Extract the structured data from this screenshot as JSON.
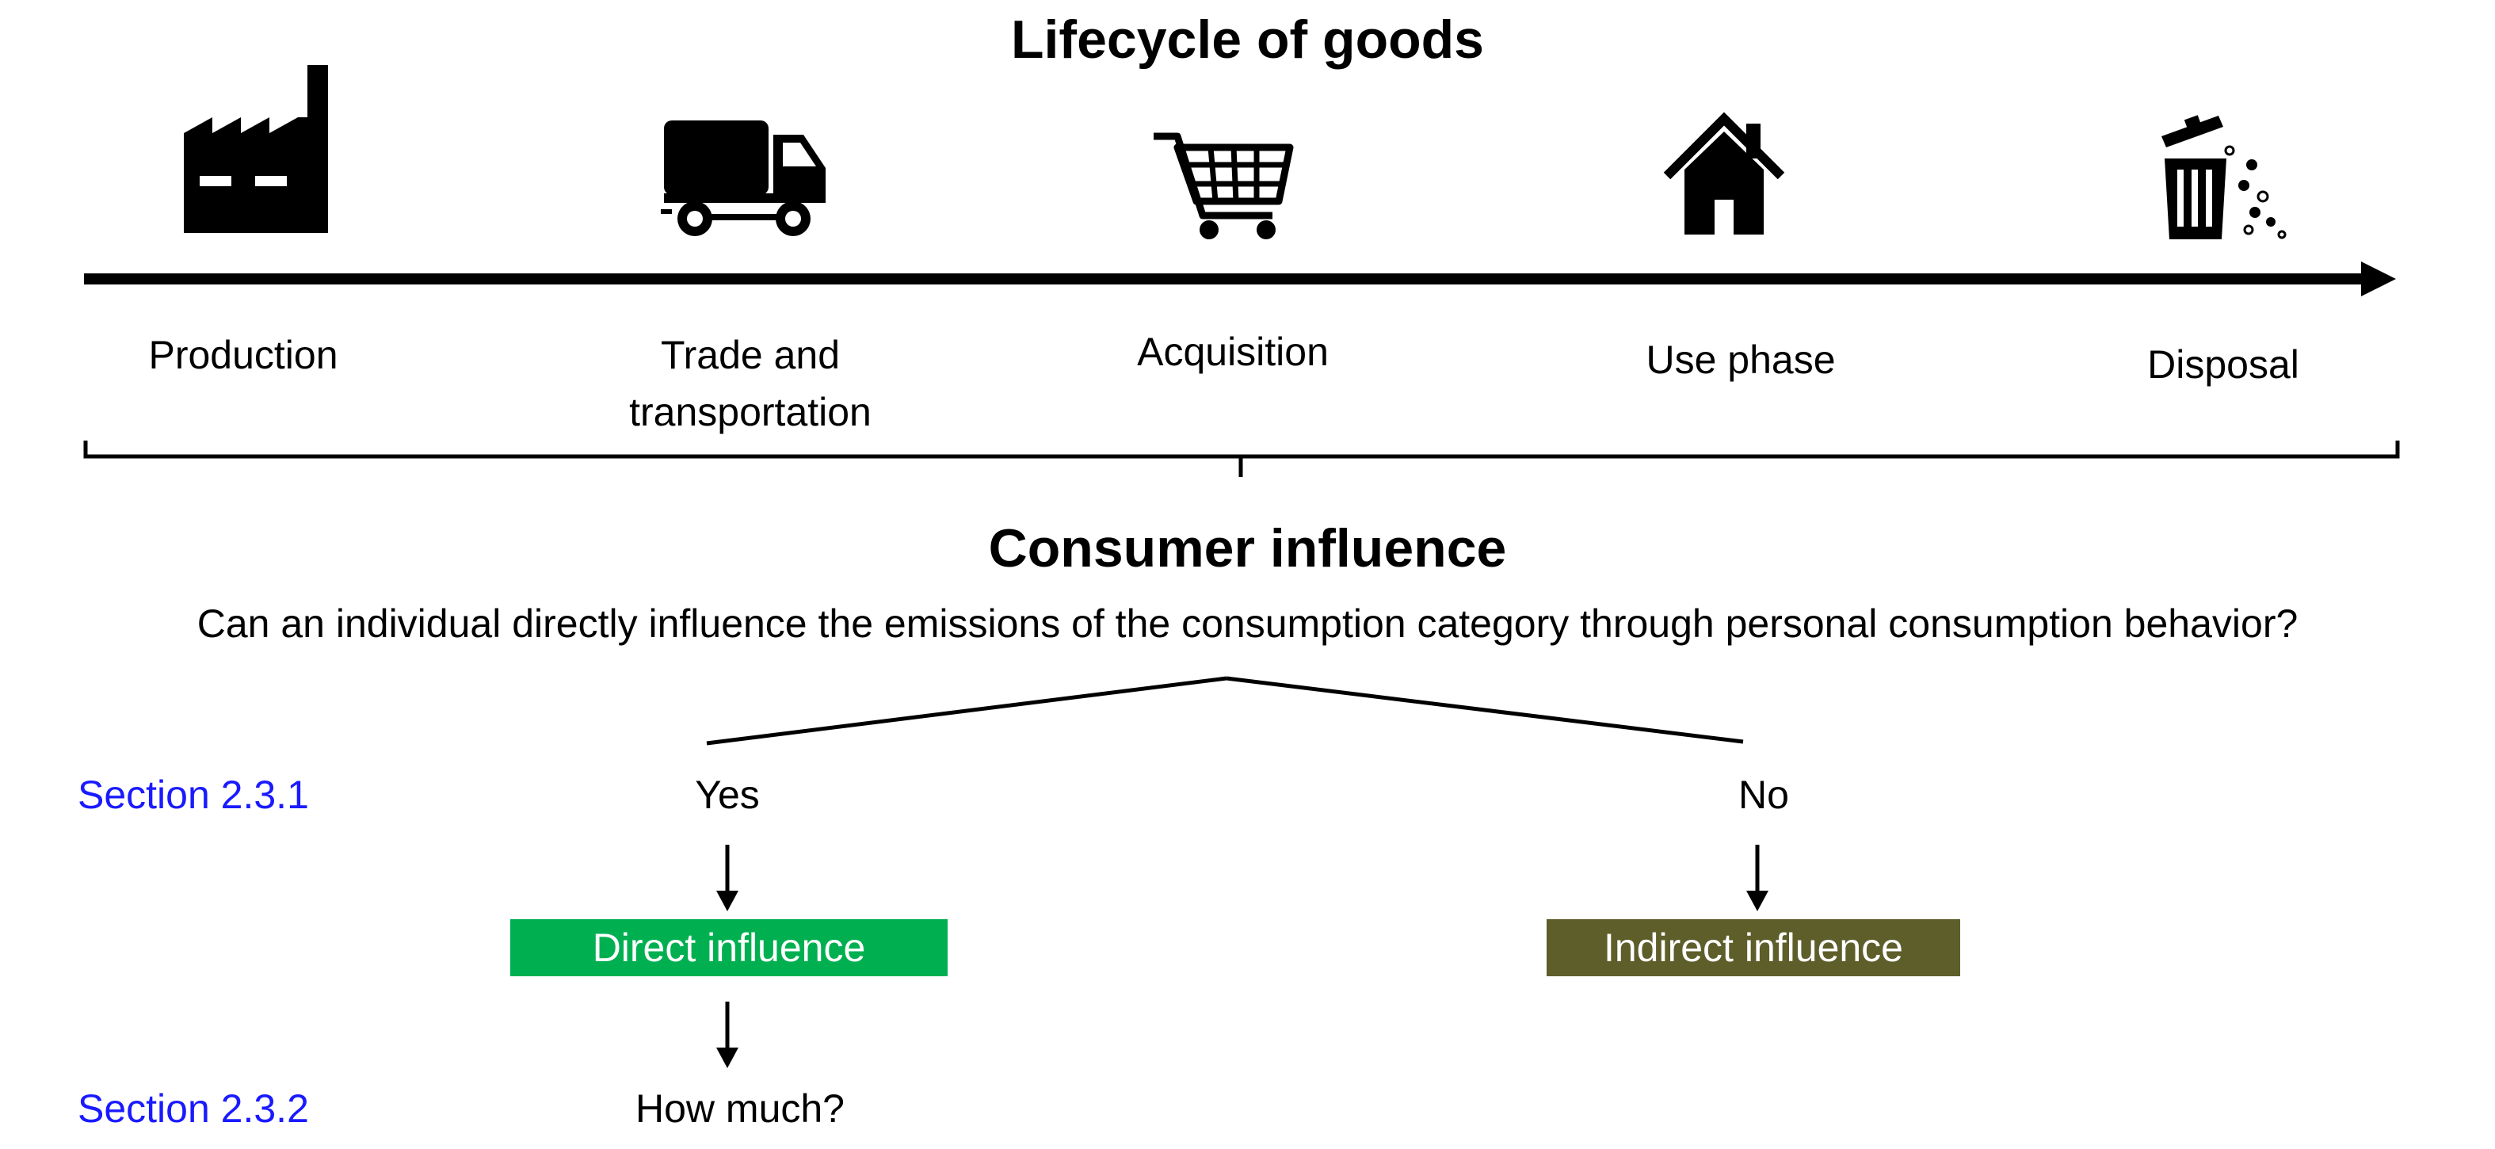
{
  "title": "Lifecycle of goods",
  "stages": [
    {
      "icon": "factory-icon",
      "label": "Production"
    },
    {
      "icon": "truck-icon",
      "label": "Trade and\ntransportation"
    },
    {
      "icon": "shopping-cart-icon",
      "label": "Acquisition"
    },
    {
      "icon": "house-icon",
      "label": "Use phase"
    },
    {
      "icon": "trash-bin-icon",
      "label": "Disposal"
    }
  ],
  "influence": {
    "heading": "Consumer influence",
    "question": "Can an individual directly influence the emissions of the consumption category through personal consumption behavior?"
  },
  "sections": {
    "first": "Section 2.3.1",
    "second": "Section 2.3.2"
  },
  "branches": {
    "yes": "Yes",
    "no": "No",
    "direct": "Direct influence",
    "indirect": "Indirect influence",
    "how_much": "How much?"
  },
  "colors": {
    "direct_box": "#00b050",
    "indirect_box": "#5e5e2b",
    "section_text": "#1a1aff"
  }
}
